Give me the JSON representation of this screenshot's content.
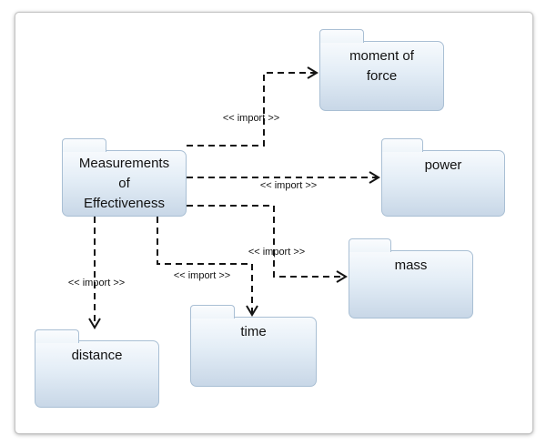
{
  "page": {
    "background": "#ffffff",
    "canvas_border_color": "#c6c6c6"
  },
  "diagram": {
    "kind": "uml-package-diagram",
    "colors": {
      "package_fill_top": "#f7fafd",
      "package_fill_bottom": "#c8d7e7",
      "package_border": "#a9bfd4",
      "edge_color": "#141414",
      "text_color": "#121212"
    },
    "packages": [
      {
        "id": "measurements-of-effectiveness",
        "name": "Measurements\nof\nEffectiveness"
      },
      {
        "id": "moment-of-force",
        "name": "moment of\nforce"
      },
      {
        "id": "power",
        "name": "power"
      },
      {
        "id": "mass",
        "name": "mass"
      },
      {
        "id": "time",
        "name": "time"
      },
      {
        "id": "distance",
        "name": "distance"
      }
    ],
    "edges": [
      {
        "from": "Measurements of Effectiveness",
        "to": "moment of force",
        "label": "<< import >>"
      },
      {
        "from": "Measurements of Effectiveness",
        "to": "power",
        "label": "<< import >>"
      },
      {
        "from": "Measurements of Effectiveness",
        "to": "mass",
        "label": "<< import >>"
      },
      {
        "from": "Measurements of Effectiveness",
        "to": "time",
        "label": "<< import >>"
      },
      {
        "from": "Measurements of Effectiveness",
        "to": "distance",
        "label": "<< import >>"
      }
    ]
  }
}
